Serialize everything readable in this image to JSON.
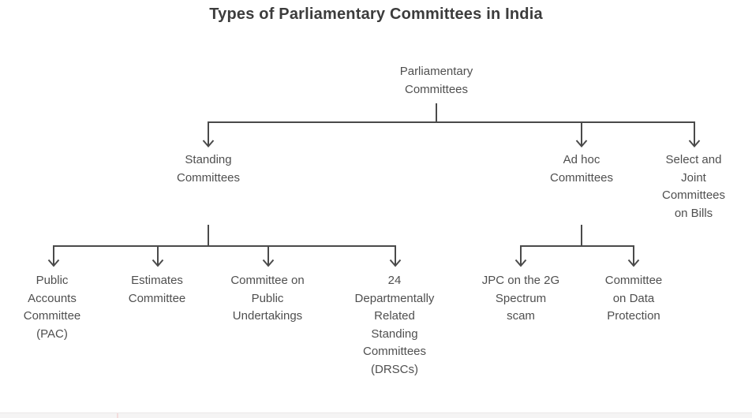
{
  "title": "Types of Parliamentary Committees in India",
  "colors": {
    "line": "#4a4a4a",
    "node_text": "#4f4f4f",
    "title_text": "#3c3c3c",
    "bottom_edge": "#f5f4f4",
    "bottom_divider": "#f3dcdc"
  },
  "nodes": {
    "root": {
      "label": "Parliamentary\nCommittees"
    },
    "standing": {
      "label": "Standing\nCommittees"
    },
    "adhoc": {
      "label": "Ad hoc\nCommittees"
    },
    "select_joint": {
      "label": "Select and\nJoint\nCommittees\non Bills"
    },
    "pac": {
      "label": "Public\nAccounts\nCommittee\n(PAC)"
    },
    "estimates": {
      "label": "Estimates\nCommittee"
    },
    "public_undertakings": {
      "label": "Committee on\nPublic\nUndertakings"
    },
    "drsc": {
      "label": "24\nDepartmentally\nRelated\nStanding\nCommittees\n(DRSCs)"
    },
    "jpc": {
      "label": "JPC on the 2G\nSpectrum\nscam"
    },
    "data_protection": {
      "label": "Committee\non Data\nProtection"
    }
  }
}
